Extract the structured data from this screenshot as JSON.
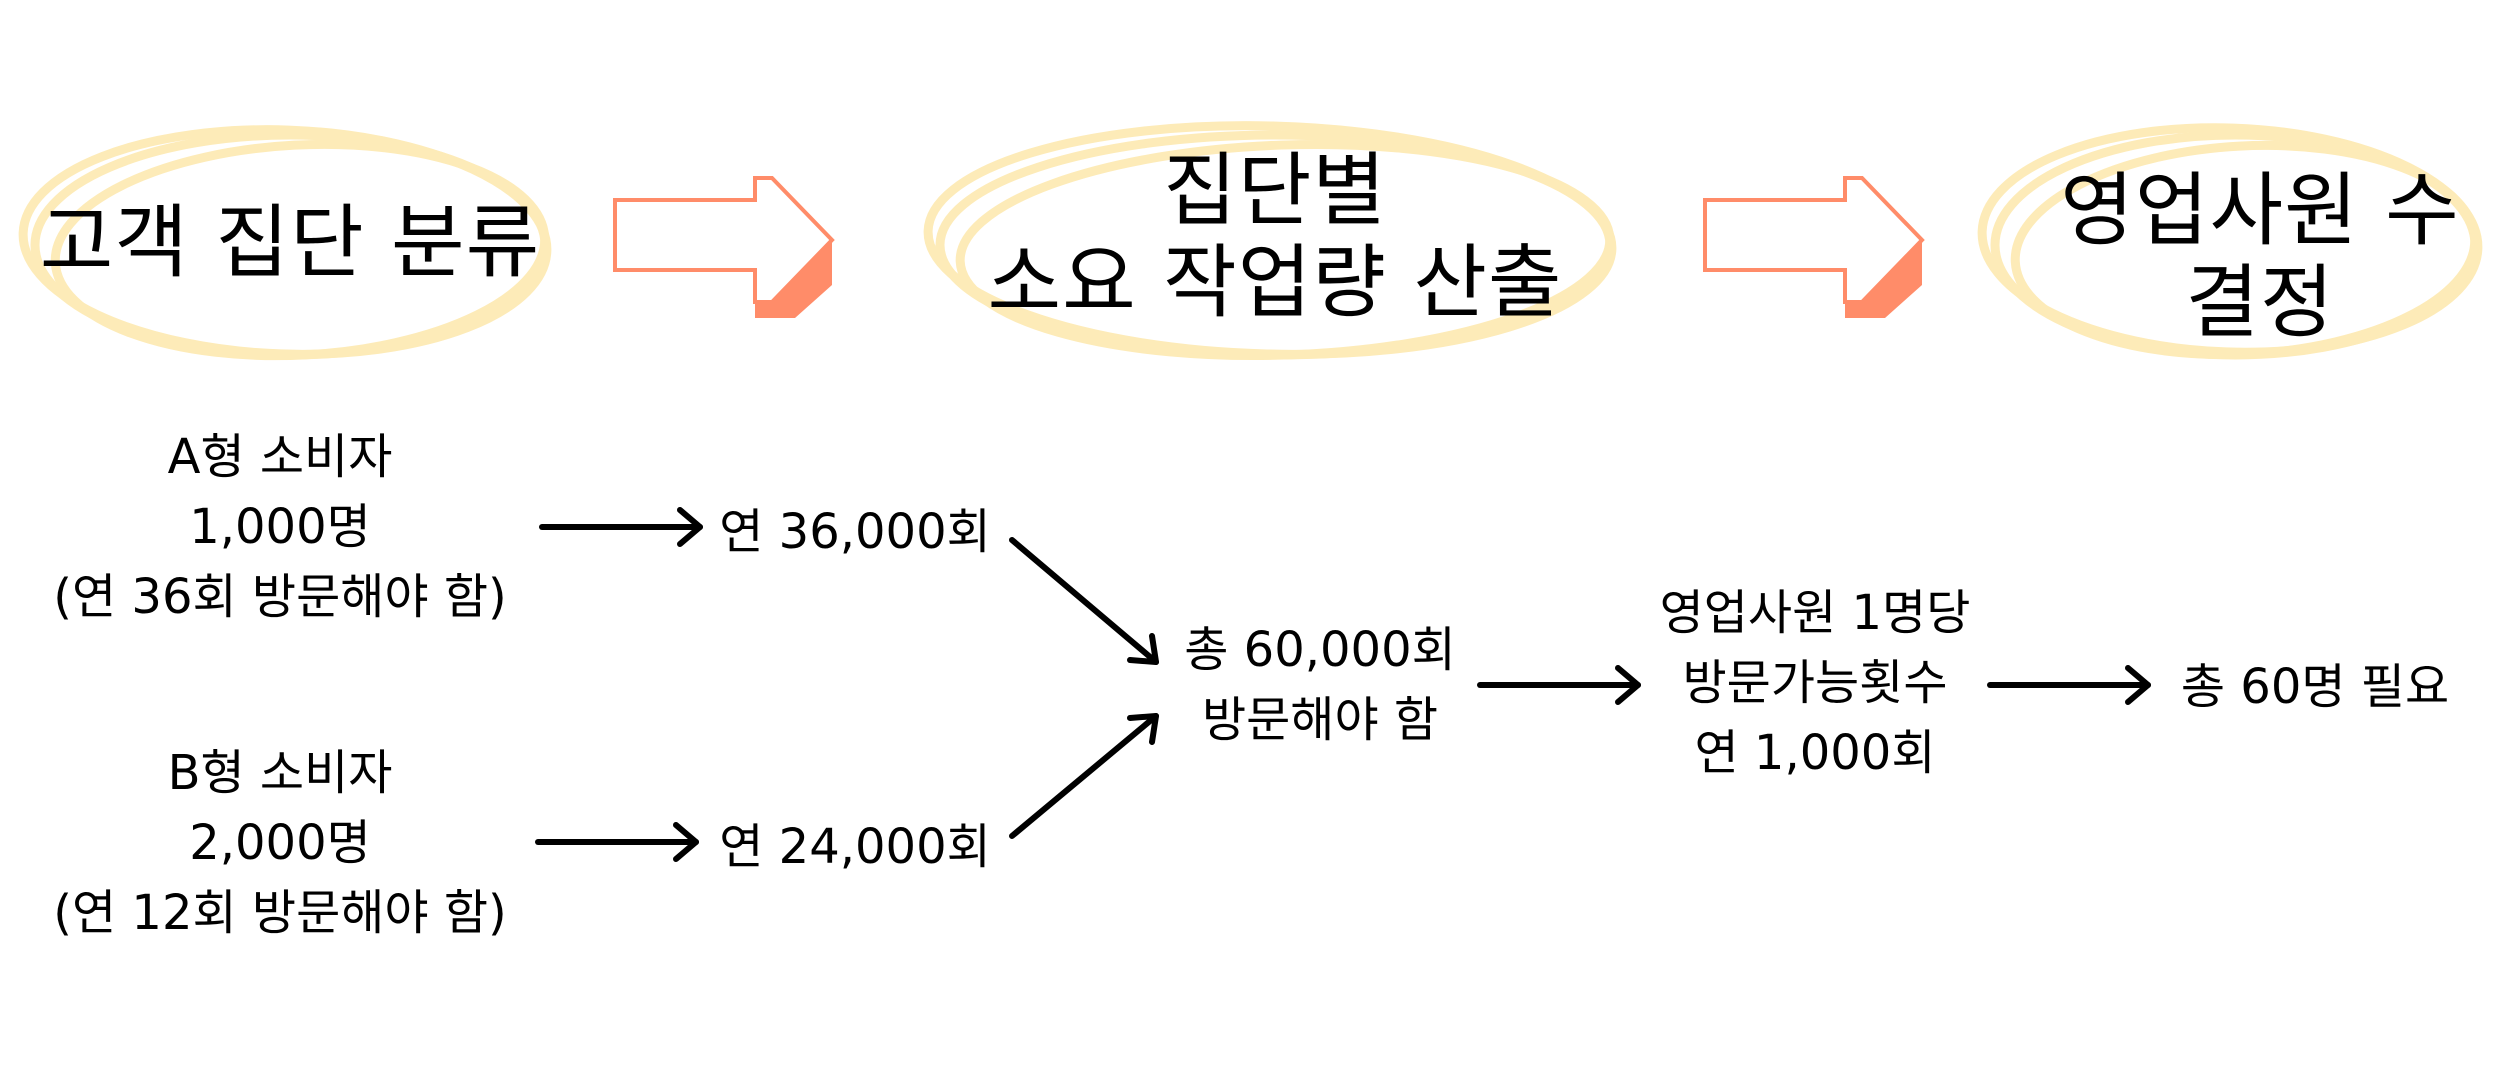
{
  "stages": [
    {
      "title": "고객 집단 분류"
    },
    {
      "title": "집단별\n소요 작업량 산출"
    },
    {
      "title": "영업사원 수\n결정"
    }
  ],
  "groups": [
    {
      "label": "A형 소비자\n1,000명\n(연 36회 방문해야 함)",
      "annual": "연 36,000회"
    },
    {
      "label": "B형 소비자\n2,000명\n(연 12회 방문해야 함)",
      "annual": "연 24,000회"
    }
  ],
  "total": "총 60,000회\n방문해야 함",
  "capacity": "영업사원 1명당\n방문가능횟수\n연 1,000회",
  "result": "총 60명 필요",
  "colors": {
    "ellipse": "#fdebb8",
    "arrow": "#ff8c69",
    "line": "#000000"
  }
}
